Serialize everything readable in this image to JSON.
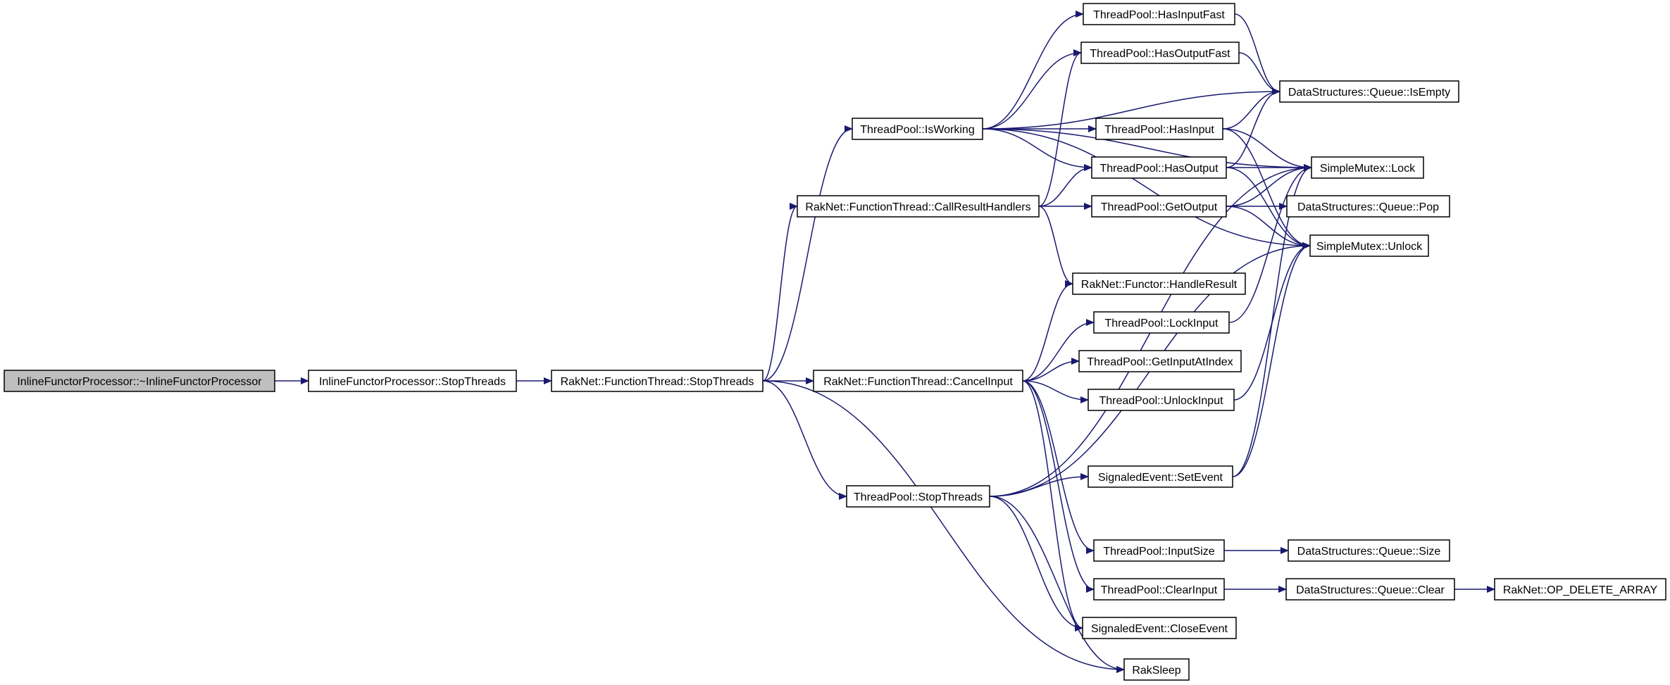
{
  "colors": {
    "edge": "#191970",
    "node_fill": "#ffffff",
    "root_fill": "#bfbfbf",
    "border": "#000000"
  },
  "nodes": [
    {
      "id": "n0",
      "label": "InlineFunctorProcessor::~InlineFunctorProcessor",
      "root": true
    },
    {
      "id": "n1",
      "label": "InlineFunctorProcessor::StopThreads"
    },
    {
      "id": "n2",
      "label": "RakNet::FunctionThread::StopThreads"
    },
    {
      "id": "n3",
      "label": "ThreadPool::IsWorking"
    },
    {
      "id": "n4",
      "label": "RakNet::FunctionThread::CallResultHandlers"
    },
    {
      "id": "n5",
      "label": "RakNet::FunctionThread::CancelInput"
    },
    {
      "id": "n6",
      "label": "ThreadPool::StopThreads"
    },
    {
      "id": "n7",
      "label": "RakSleep"
    },
    {
      "id": "n8",
      "label": "ThreadPool::HasInputFast"
    },
    {
      "id": "n9",
      "label": "ThreadPool::HasOutputFast"
    },
    {
      "id": "n10",
      "label": "ThreadPool::HasInput"
    },
    {
      "id": "n11",
      "label": "ThreadPool::HasOutput"
    },
    {
      "id": "n12",
      "label": "ThreadPool::GetOutput"
    },
    {
      "id": "n13",
      "label": "RakNet::Functor::HandleResult"
    },
    {
      "id": "n14",
      "label": "ThreadPool::LockInput"
    },
    {
      "id": "n15",
      "label": "ThreadPool::GetInputAtIndex"
    },
    {
      "id": "n16",
      "label": "ThreadPool::UnlockInput"
    },
    {
      "id": "n17",
      "label": "SignaledEvent::SetEvent"
    },
    {
      "id": "n18",
      "label": "ThreadPool::InputSize"
    },
    {
      "id": "n19",
      "label": "ThreadPool::ClearInput"
    },
    {
      "id": "n20",
      "label": "SignaledEvent::CloseEvent"
    },
    {
      "id": "n21",
      "label": "DataStructures::Queue::IsEmpty"
    },
    {
      "id": "n22",
      "label": "SimpleMutex::Lock"
    },
    {
      "id": "n23",
      "label": "DataStructures::Queue::Pop"
    },
    {
      "id": "n24",
      "label": "SimpleMutex::Unlock"
    },
    {
      "id": "n25",
      "label": "DataStructures::Queue::Size"
    },
    {
      "id": "n26",
      "label": "DataStructures::Queue::Clear"
    },
    {
      "id": "n27",
      "label": "RakNet::OP_DELETE_ARRAY"
    }
  ],
  "edges": [
    [
      "n0",
      "n1"
    ],
    [
      "n1",
      "n2"
    ],
    [
      "n2",
      "n3"
    ],
    [
      "n2",
      "n4"
    ],
    [
      "n2",
      "n5"
    ],
    [
      "n2",
      "n6"
    ],
    [
      "n2",
      "n7"
    ],
    [
      "n3",
      "n8"
    ],
    [
      "n3",
      "n9"
    ],
    [
      "n3",
      "n10"
    ],
    [
      "n3",
      "n11"
    ],
    [
      "n3",
      "n21"
    ],
    [
      "n3",
      "n22"
    ],
    [
      "n3",
      "n24"
    ],
    [
      "n4",
      "n9"
    ],
    [
      "n4",
      "n11"
    ],
    [
      "n4",
      "n12"
    ],
    [
      "n4",
      "n13"
    ],
    [
      "n5",
      "n13"
    ],
    [
      "n5",
      "n14"
    ],
    [
      "n5",
      "n15"
    ],
    [
      "n5",
      "n16"
    ],
    [
      "n5",
      "n18"
    ],
    [
      "n5",
      "n19"
    ],
    [
      "n5",
      "n20"
    ],
    [
      "n6",
      "n17"
    ],
    [
      "n6",
      "n22"
    ],
    [
      "n6",
      "n24"
    ],
    [
      "n6",
      "n7"
    ],
    [
      "n6",
      "n20"
    ],
    [
      "n8",
      "n21"
    ],
    [
      "n9",
      "n21"
    ],
    [
      "n10",
      "n21"
    ],
    [
      "n10",
      "n22"
    ],
    [
      "n10",
      "n24"
    ],
    [
      "n11",
      "n21"
    ],
    [
      "n11",
      "n22"
    ],
    [
      "n11",
      "n24"
    ],
    [
      "n12",
      "n22"
    ],
    [
      "n12",
      "n23"
    ],
    [
      "n12",
      "n24"
    ],
    [
      "n14",
      "n22"
    ],
    [
      "n16",
      "n24"
    ],
    [
      "n17",
      "n22"
    ],
    [
      "n17",
      "n24"
    ],
    [
      "n18",
      "n25"
    ],
    [
      "n19",
      "n26"
    ],
    [
      "n26",
      "n27"
    ]
  ]
}
